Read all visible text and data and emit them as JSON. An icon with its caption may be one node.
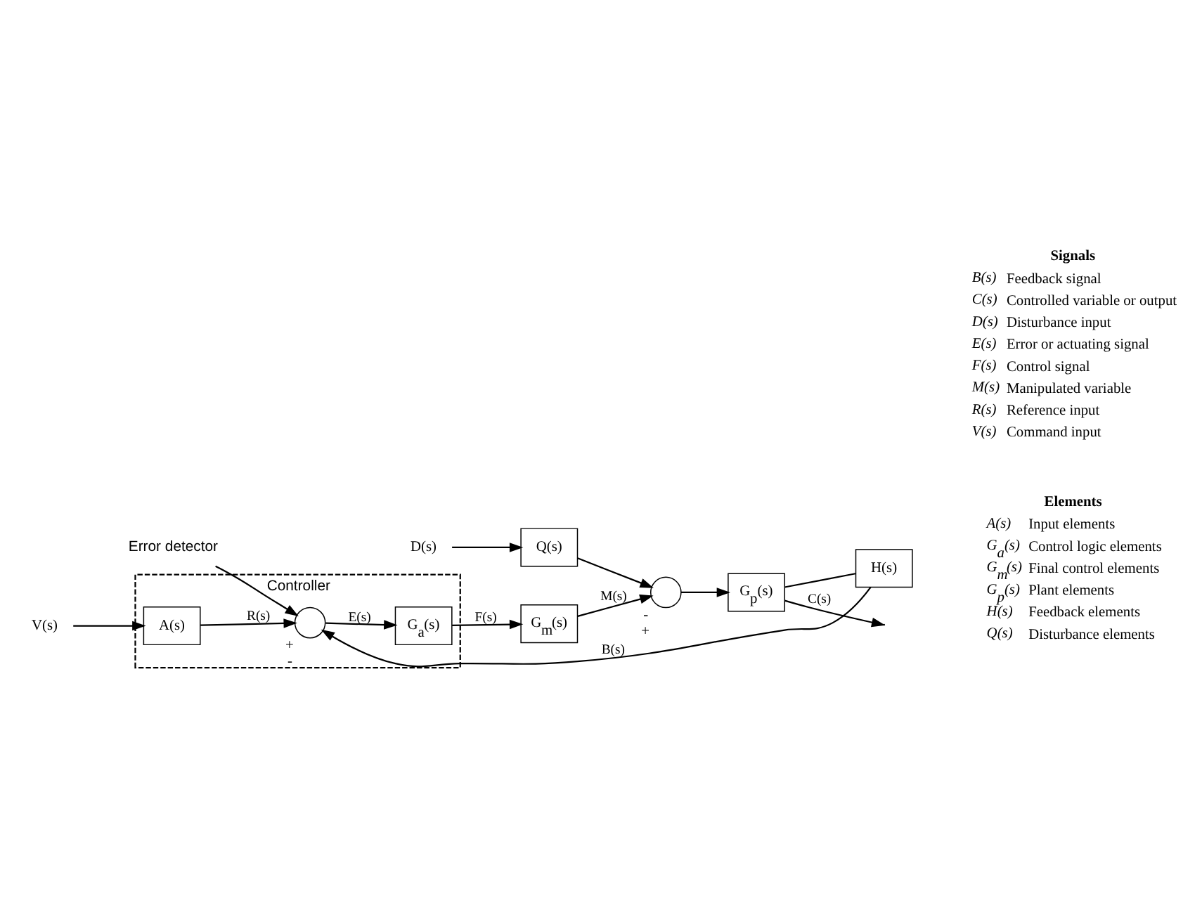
{
  "diagram": {
    "nodes": [
      {
        "text": [
          "Controller"
        ]
      },
      {
        "text": [
          "A(s)"
        ],
        "in": 0
      },
      {
        "text": [],
        "shape": "circle",
        "in": 0,
        "beside": [
          "+",
          "-"
        ]
      },
      {
        "text": [
          "G$_{a}$(s)"
        ],
        "in": 0
      },
      {
        "text": [
          "G$_{m}$(s)"
        ]
      },
      {
        "text": [
          "D(s)"
        ]
      },
      {
        "text": [
          "Q(s)"
        ]
      },
      {
        "text": [],
        "shape": "circle",
        "beside": [
          "-",
          "+"
        ]
      },
      {
        "text": [
          "G$_{p}$(s)"
        ]
      },
      {
        "text": [
          "H(s)"
        ]
      },
      {
        "text": [
          "V(s)"
        ]
      },
      {
        "text": [
          "Error detector"
        ]
      }
    ],
    "edges": [
      {
        "from": 10,
        "to": 1,
        "arrow": "to"
      },
      {
        "from": 1,
        "to": 2,
        "arrow": "to",
        "label": "R(s)"
      },
      {
        "from": 2,
        "to": 3,
        "arrow": "to",
        "label": "E(s)"
      },
      {
        "from": 3,
        "to": 4,
        "arrow": "to",
        "label": "F(s)"
      },
      {
        "from": 4,
        "to": 7,
        "arrow": "to",
        "label": "M(s)"
      },
      {
        "from": 5,
        "to": 6,
        "arrow": "to"
      },
      {
        "from": 6,
        "to": 7,
        "arrow": "to"
      },
      {
        "from": 7,
        "to": 8,
        "arrow": "to"
      },
      {
        "from": 8,
        "to": null,
        "arrow": "to",
        "label": "C(s)"
      },
      {
        "from": 8,
        "to": 9,
        "arrow": "none"
      },
      {
        "from": 9,
        "to": 2,
        "arrow": "to",
        "label": "B(s)"
      },
      {
        "from": 11,
        "to": 2,
        "arrow": "to"
      }
    ],
    "labels": [
      "Elements",
      "A(s)",
      "Input elements",
      "G$_{a}$(s)",
      "Control logic elements",
      "G$_{m}$(s)",
      "Final control elements",
      "G$_{p}$(s)",
      "Plant elements",
      "H(s)",
      "Feedback elements",
      "Q(s)",
      "Disturbance elements",
      "Signals",
      "B(s)",
      "Feedback signal",
      "C(s)",
      "Controlled variable or output",
      "D(s)",
      "Disturbance input",
      "E(s)",
      "Error or actuating signal",
      "F(s)",
      "Control signal",
      "M(s)",
      "Manipulated variable",
      "R(s)",
      "Reference input",
      "V(s)",
      "Command input"
    ]
  }
}
